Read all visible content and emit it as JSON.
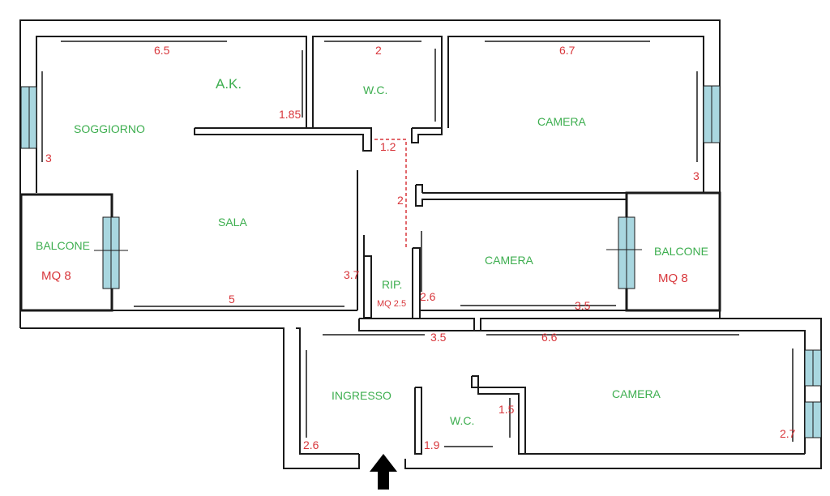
{
  "colors": {
    "wall": "#1a1a1a",
    "room_label": "#3dae4f",
    "dimension": "#d8363b",
    "window_fill": "#a9d7e0",
    "door_dashed": "#d8363b",
    "arrow": "#000000"
  },
  "rooms": {
    "ak": "A.K.",
    "soggiorno": "SOGGIORNO",
    "wc_top": "W.C.",
    "camera_top": "CAMERA",
    "sala": "SALA",
    "balcone_left": "BALCONE",
    "balcone_left_area": "MQ 8",
    "camera_middle": "CAMERA",
    "balcone_right": "BALCONE",
    "balcone_right_area": "MQ 8",
    "rip": "RIP.",
    "rip_area": "MQ 2.5",
    "ingresso": "INGRESSO",
    "wc_bottom": "W.C.",
    "camera_bottom": "CAMERA"
  },
  "dimensions": {
    "soggiorno_width": "6.5",
    "wc_top_width": "2",
    "camera_top_width": "6.7",
    "ak_side": "1.85",
    "soggiorno_side": "3",
    "corridor_top": "1.2",
    "camera_top_side": "3",
    "corridor_mid": "2",
    "sala_side": "3.7",
    "sala_bottom": "5",
    "camera_middle_side": "2.6",
    "camera_middle_bottom": "3.5",
    "ingresso_top": "3.5",
    "camera_bottom_top": "6.6",
    "wc_bottom_side": "1.5",
    "ingresso_side": "2.6",
    "wc_bottom_width": "1.9",
    "camera_bottom_side": "2.7"
  },
  "entrance_icon": "up-arrow-icon"
}
